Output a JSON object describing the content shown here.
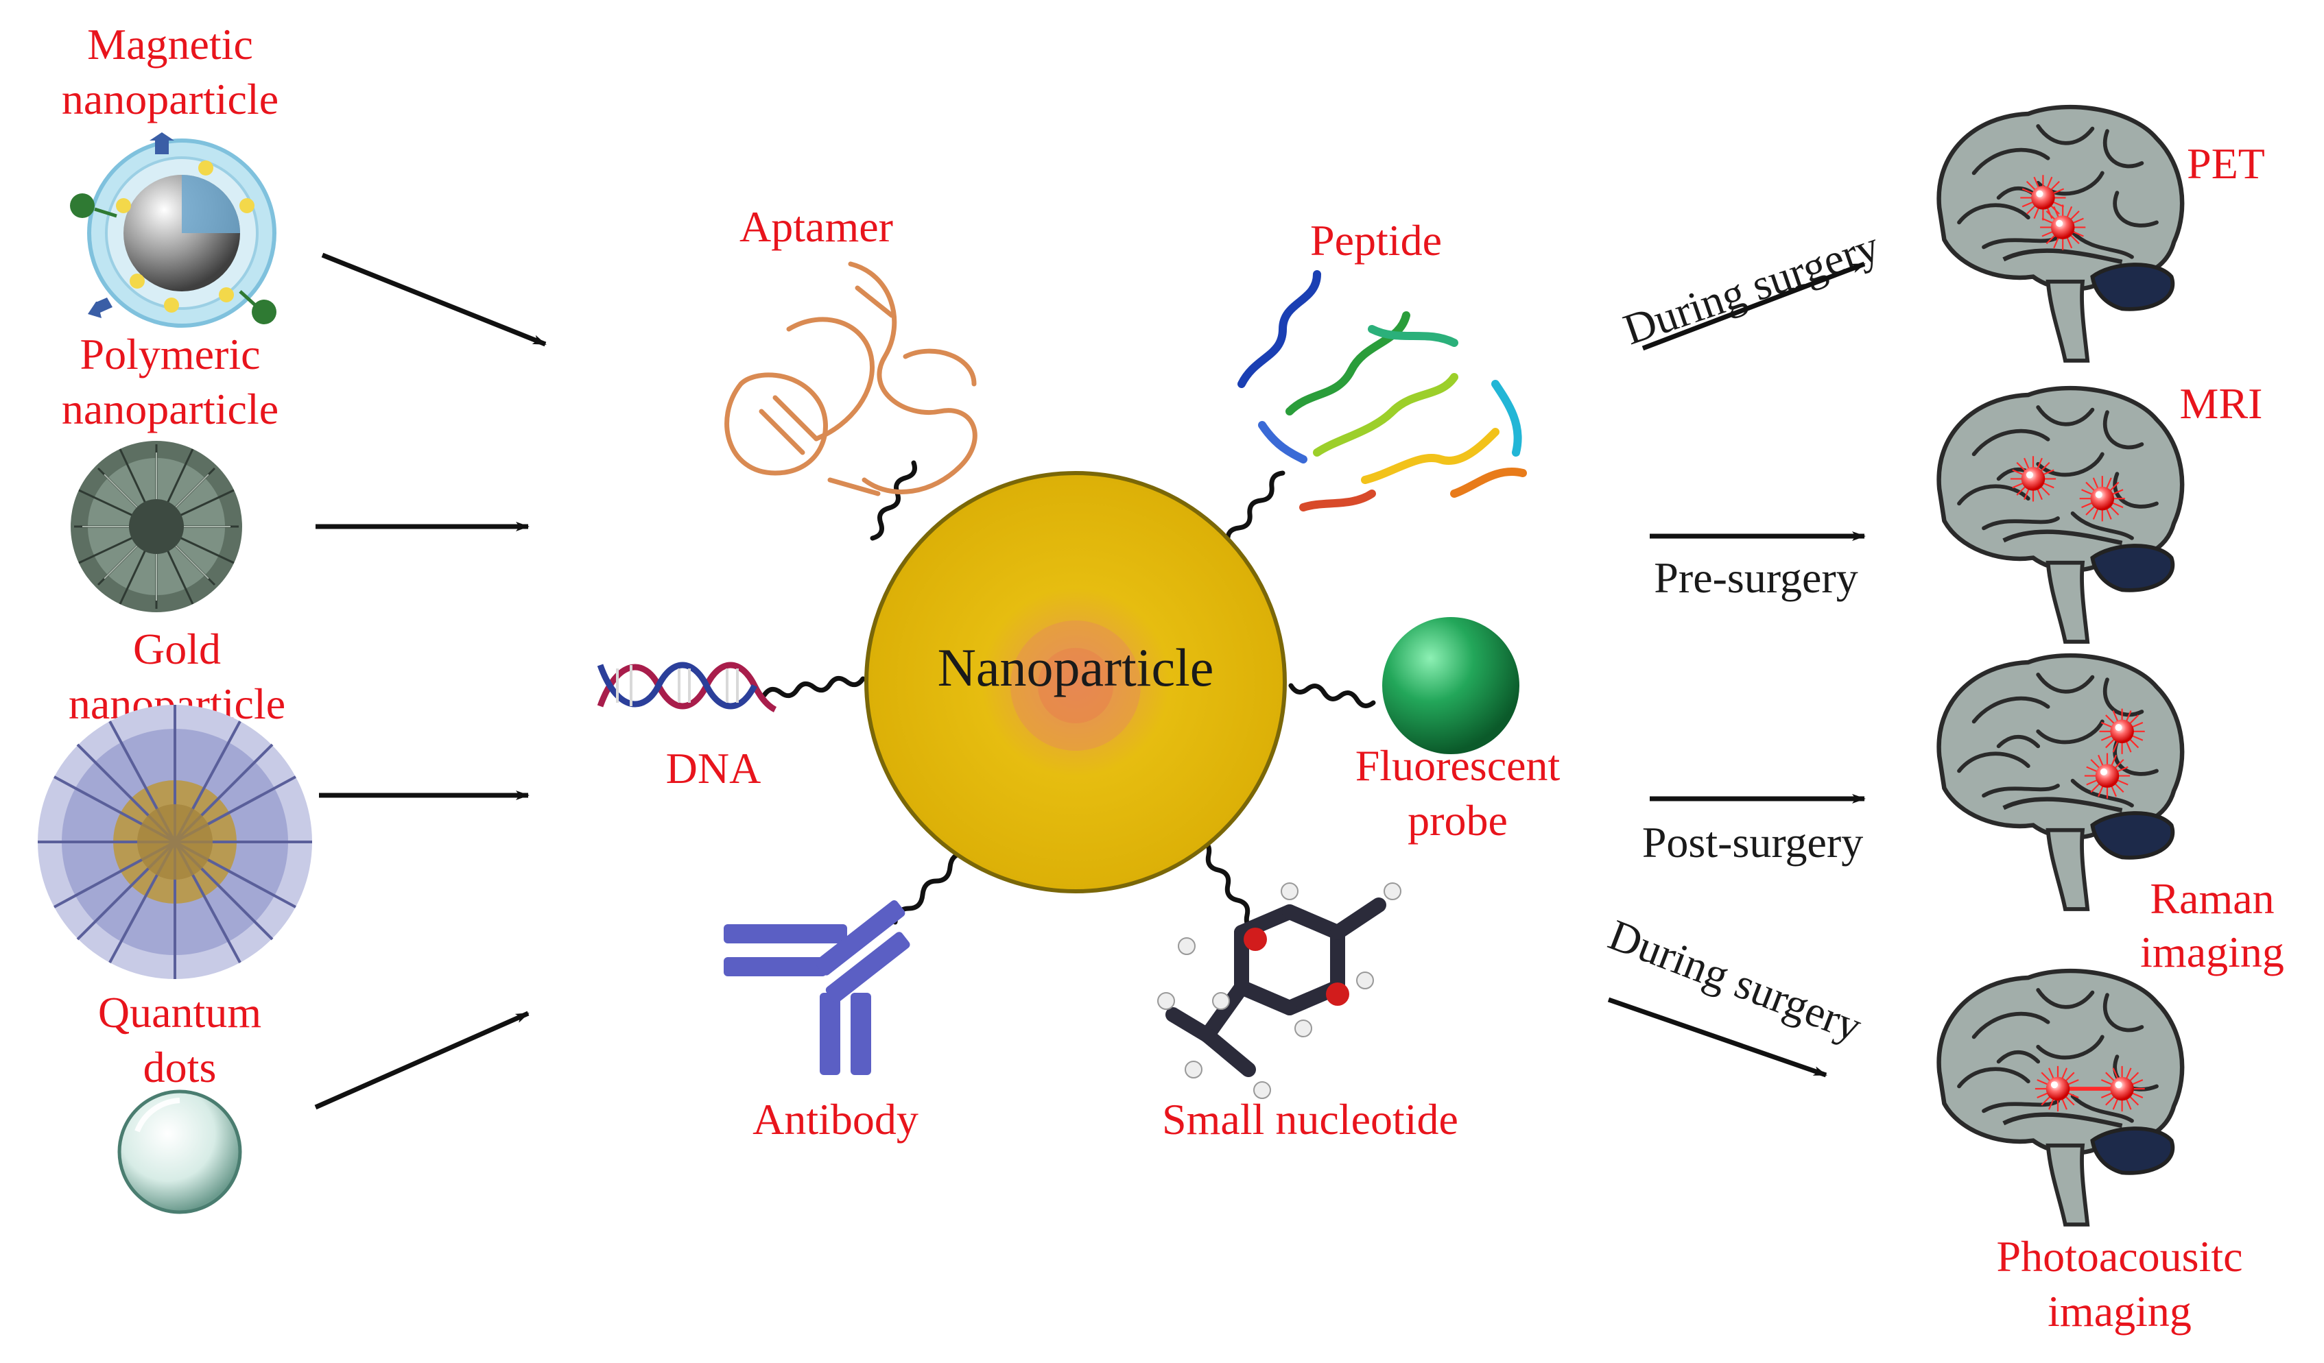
{
  "sources": [
    {
      "line1": "Magnetic",
      "line2": "nanoparticle",
      "icon": "magnetic-nanoparticle-icon"
    },
    {
      "line1": "Polymeric",
      "line2": "nanoparticle",
      "icon": "polymeric-nanoparticle-icon"
    },
    {
      "line1": "Gold",
      "line2": "nanoparticle",
      "icon": "gold-nanoparticle-icon"
    },
    {
      "line1": "Quantum",
      "line2": "dots",
      "icon": "quantum-dot-icon"
    }
  ],
  "core": {
    "label": "Nanoparticle"
  },
  "ligands": {
    "aptamer": "Aptamer",
    "peptide": "Peptide",
    "dna": "DNA",
    "fluorescent_line1": "Fluorescent",
    "fluorescent_line2": "probe",
    "antibody": "Antibody",
    "small_nucleotide": "Small nucleotide"
  },
  "stages": {
    "during_top": "During surgery",
    "pre": "Pre-surgery",
    "post": "Post-surgery",
    "during_bottom": "During surgery"
  },
  "imaging": {
    "pet": "PET",
    "mri": "MRI",
    "raman_line1": "Raman",
    "raman_line2": "imaging",
    "photo_line1": "Photoacousitc",
    "photo_line2": "imaging"
  },
  "colors": {
    "label": "#e8141c",
    "core": "#e4b80a",
    "brain": "#9aa7a4",
    "lesion": "#e8141c"
  }
}
